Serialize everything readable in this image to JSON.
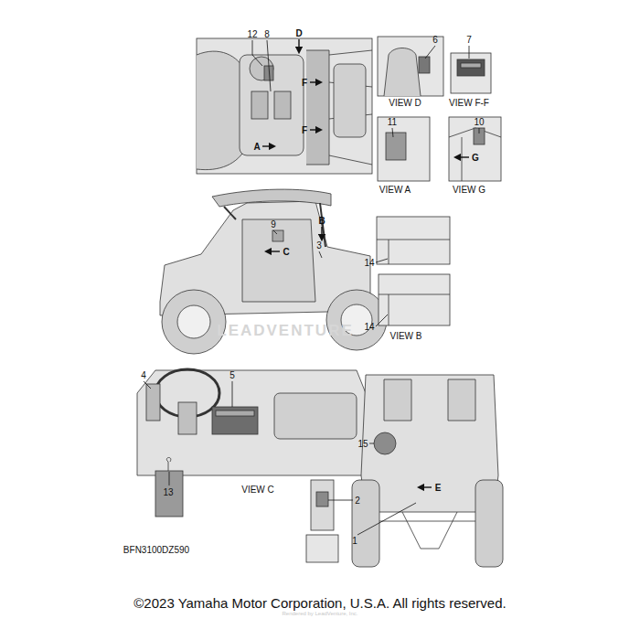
{
  "diagram": {
    "caption": "©2023 Yamaha Motor Corporation, U.S.A. All rights reserved.",
    "labels": [
      "12",
      "8",
      "D",
      "6",
      "7",
      "F",
      "F",
      "A",
      "VIEW D",
      "VIEW F-F",
      "11",
      "10",
      "G",
      "VIEW A",
      "VIEW G",
      "9",
      "B",
      "3",
      "C",
      "14",
      "14",
      "VIEW B",
      "4",
      "5",
      "15",
      "VIEW C",
      "13",
      "E",
      "2",
      "1",
      "BFN3100DZ590",
      "LEADVENTURE",
      "Rendered by LeadVenture, Inc."
    ]
  }
}
